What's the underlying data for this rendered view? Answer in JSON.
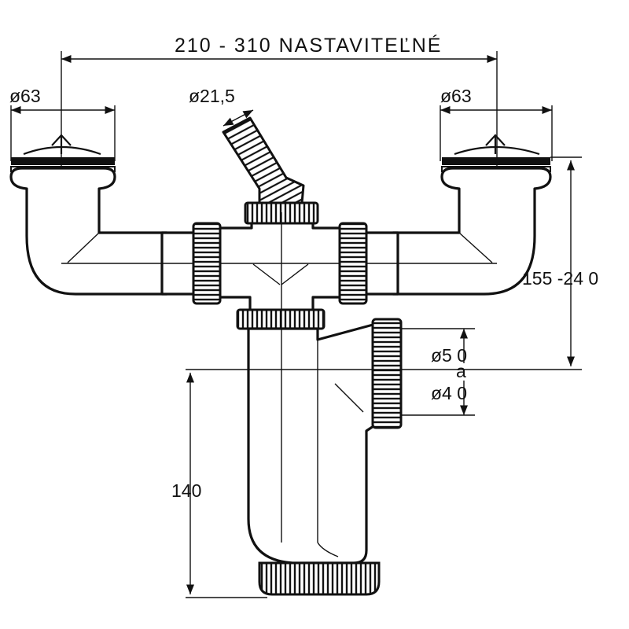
{
  "labels": {
    "overall_width": "210 - 310  NASTAVITEĽNÉ",
    "left_drain_dia": "ø63",
    "right_drain_dia": "ø63",
    "hose_dia": "ø21,5",
    "height_range": "155 -24 0",
    "outlet_dia_large": "ø5 0",
    "outlet_mark": "a",
    "outlet_dia_small": "ø4 0",
    "trap_height": "140"
  }
}
